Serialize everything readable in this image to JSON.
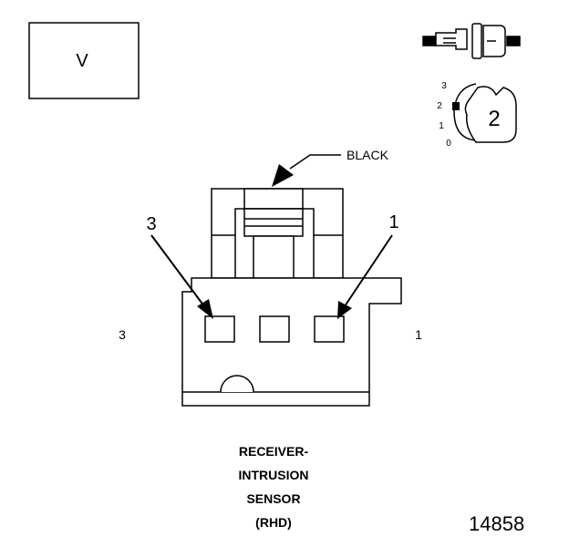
{
  "view_box": {
    "letter": "V"
  },
  "connector": {
    "color_label": "BLACK",
    "callout_left": "3",
    "callout_right": "1",
    "pin_label_left": "3",
    "pin_label_right": "1"
  },
  "position_dial": {
    "ticks": [
      "3",
      "2",
      "1",
      "0"
    ],
    "selected": "2"
  },
  "caption": {
    "line1": "RECEIVER-",
    "line2": "INTRUSION",
    "line3": "SENSOR",
    "line4": "(RHD)"
  },
  "figure_number": "14858"
}
